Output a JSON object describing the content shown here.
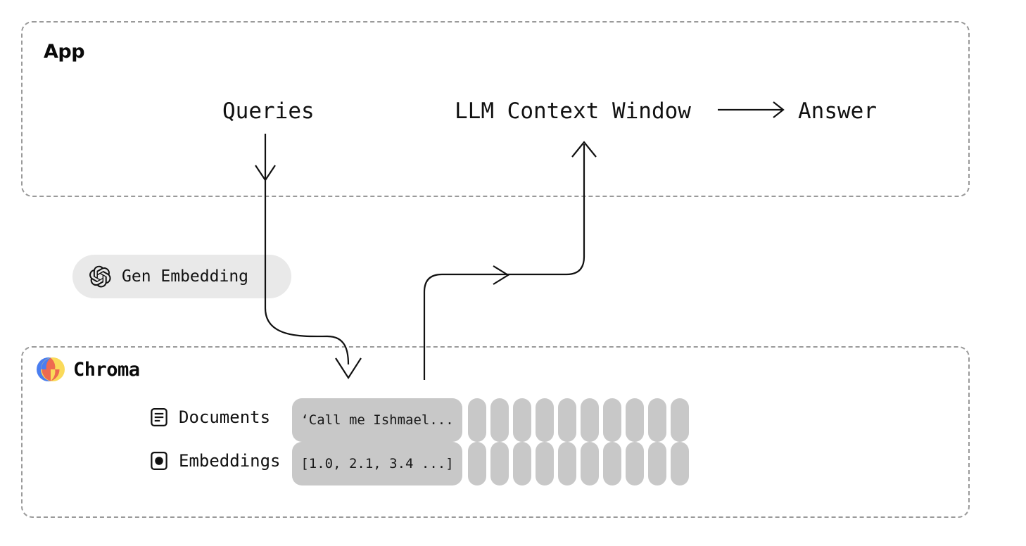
{
  "app": {
    "title": "App",
    "queries_label": "Queries",
    "llm_context_label": "LLM Context Window",
    "answer_label": "Answer",
    "answer_arrow_glyph": "⟶"
  },
  "embedding": {
    "provider_icon": "openai-logo-icon",
    "label": "Gen Embedding",
    "pill_bg": "#e9e9e9"
  },
  "chroma": {
    "title": "Chroma",
    "logo_icon": "chroma-logo-icon",
    "logo_colors": {
      "blue": "#4a7ef0",
      "yellow": "#fada5a",
      "coral": "#ee6a50"
    },
    "rows": [
      {
        "icon": "document-icon",
        "label": "Documents",
        "sample": "‘Call me Ishmael..."
      },
      {
        "icon": "vector-dot-icon",
        "label": "Embeddings",
        "sample": "[1.0, 2.1, 3.4 ...]"
      }
    ],
    "extra_column_count": 10,
    "data_box_bg": "#c8c8c8"
  },
  "style": {
    "border_color": "#9a9a9a",
    "text_color": "#111111",
    "arrow_color": "#111111",
    "page_bg": "#ffffff"
  }
}
